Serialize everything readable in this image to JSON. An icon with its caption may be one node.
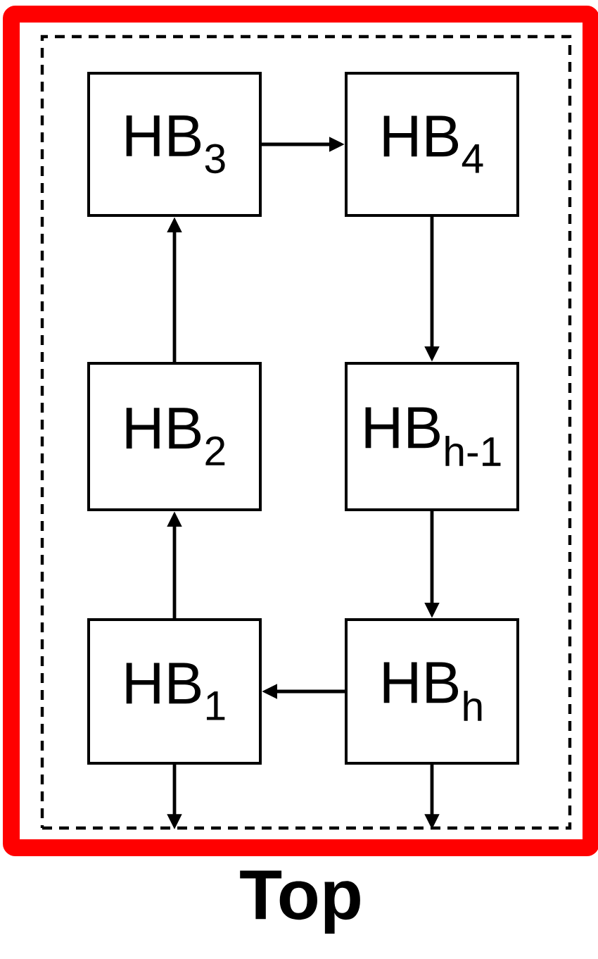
{
  "diagram": {
    "nodes": [
      {
        "text": [
          "Top"
        ]
      },
      {
        "text": [],
        "shape": "box",
        "in": 0
      },
      {
        "text": [
          "HB$_{3}$"
        ],
        "in": 1
      },
      {
        "text": [
          "HB$_{4}$"
        ],
        "in": 1
      },
      {
        "text": [
          "HB$_{2}$"
        ],
        "in": 1
      },
      {
        "text": [
          "HB$_{h-1}$"
        ],
        "in": 1
      },
      {
        "text": [
          "HB$_{1}$"
        ],
        "in": 1
      },
      {
        "text": [
          "HB$_{h}$"
        ],
        "in": 1
      }
    ],
    "edges": [
      {
        "from": 6,
        "to": 4,
        "arrow": "to"
      },
      {
        "from": 4,
        "to": 2,
        "arrow": "to"
      },
      {
        "from": 2,
        "to": 3,
        "arrow": "to"
      },
      {
        "from": 3,
        "to": 5,
        "arrow": "to"
      },
      {
        "from": 5,
        "to": 7,
        "arrow": "to"
      },
      {
        "from": 7,
        "to": 6,
        "arrow": "to"
      },
      {
        "from": 6,
        "to": 1,
        "arrow": "to"
      },
      {
        "from": 7,
        "to": 1,
        "arrow": "to"
      }
    ]
  }
}
